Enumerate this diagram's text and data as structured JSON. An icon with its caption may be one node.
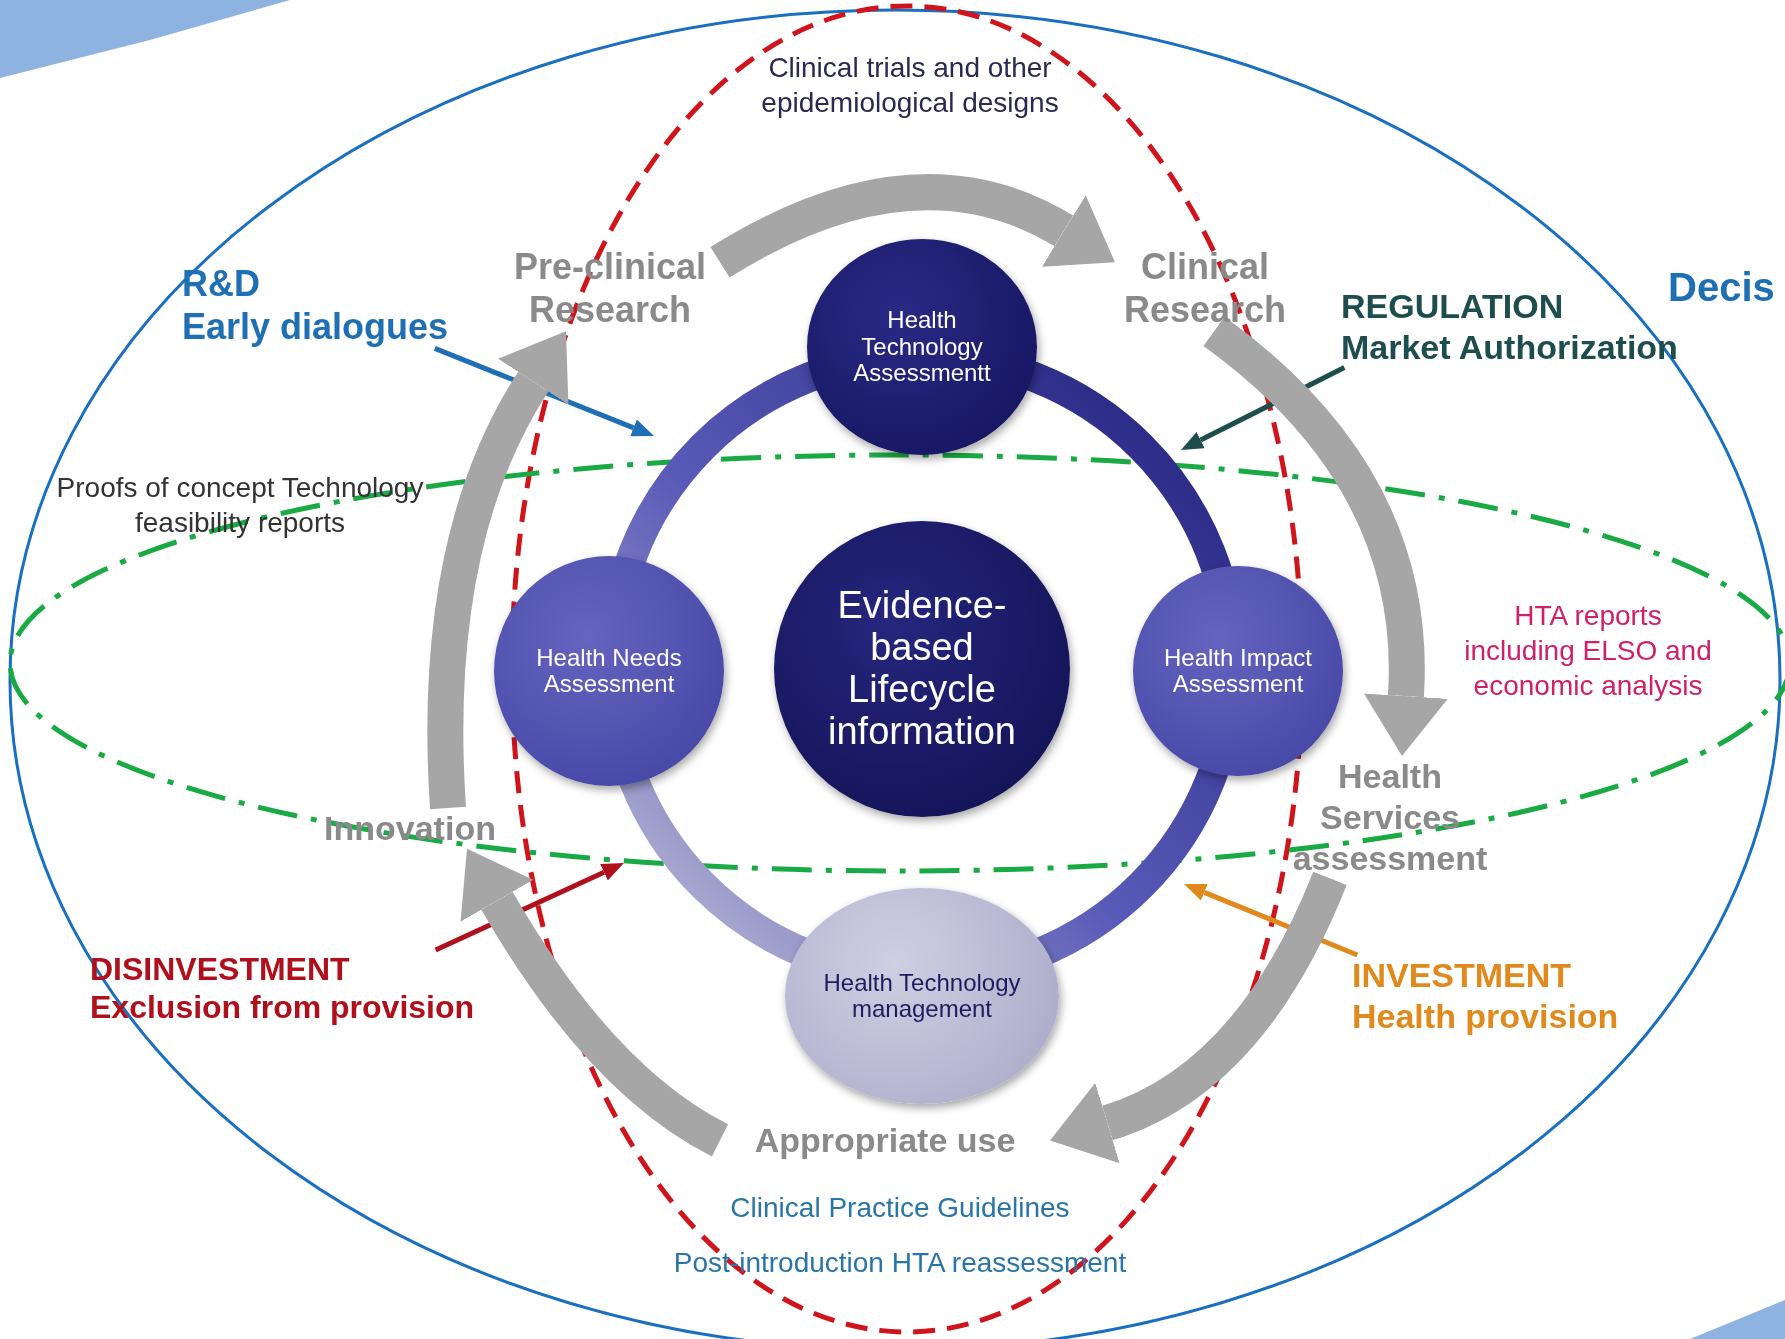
{
  "diagram": {
    "nodes": [
      {
        "text": [
          "Evidence-based Lifecycle information"
        ]
      },
      {
        "text": [
          "Health Technology Assessmentt"
        ]
      },
      {
        "text": [
          "Health Needs Assessment"
        ]
      },
      {
        "text": [
          "Health Impact Assessment"
        ]
      },
      {
        "text": [
          "Health Technology management"
        ]
      },
      {
        "text": [
          "R&D",
          "Early dialogues"
        ]
      },
      {
        "text": [
          "REGULATION",
          "Market Authorization"
        ]
      },
      {
        "text": [
          "DISINVESTMENT",
          "Exclusion from provision"
        ]
      },
      {
        "text": [
          "INVESTMENT",
          "Health provision"
        ]
      },
      {
        "text": [
          "Pre-clinical Research"
        ]
      },
      {
        "text": [
          "Clinical Research"
        ]
      },
      {
        "text": [
          "Health Services assessment"
        ]
      },
      {
        "text": [
          "Appropriate use"
        ]
      },
      {
        "text": [
          "Innovation"
        ]
      }
    ],
    "edges": [
      {
        "from": 5,
        "to": null,
        "arrow": "to",
        "color": "#1f6fb5"
      },
      {
        "from": 6,
        "to": null,
        "arrow": "to",
        "color": "#1e4d4d"
      },
      {
        "from": 7,
        "to": null,
        "arrow": "to",
        "color": "#b0101c"
      },
      {
        "from": 8,
        "to": null,
        "arrow": "to",
        "color": "#e08a1e"
      },
      {
        "from": 9,
        "to": 10,
        "arrow": "to"
      },
      {
        "from": 10,
        "to": 11,
        "arrow": "to"
      },
      {
        "from": 11,
        "to": 12,
        "arrow": "to"
      },
      {
        "from": 12,
        "to": 13,
        "arrow": "to"
      },
      {
        "from": 13,
        "to": 9,
        "arrow": "to"
      }
    ],
    "labels": [
      "Clinical trials and other epidemiological designs",
      "Decis",
      "Proofs of concept Technology feasibility reports",
      "HTA reports including ELSO and economic analysis",
      "Clinical Practice Guidelines",
      "Post-introduction HTA reassessment"
    ]
  }
}
